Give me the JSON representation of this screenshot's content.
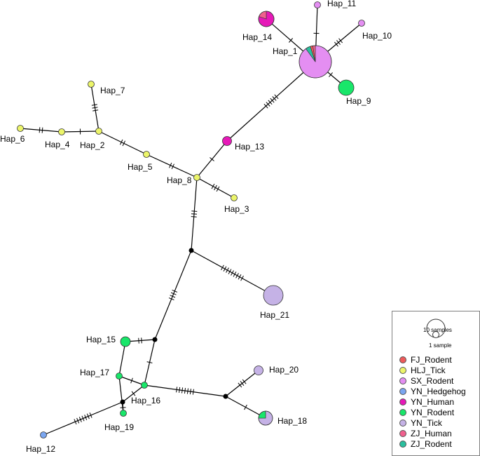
{
  "haplotypes": [
    {
      "id": "Hap_1",
      "label": "Hap_1",
      "group": "SX_Rodent",
      "mixed": "hap1"
    },
    {
      "id": "Hap_2",
      "label": "Hap_2",
      "group": "HLJ_Tick"
    },
    {
      "id": "Hap_3",
      "label": "Hap_3",
      "group": "HLJ_Tick"
    },
    {
      "id": "Hap_4",
      "label": "Hap_4",
      "group": "HLJ_Tick"
    },
    {
      "id": "Hap_5",
      "label": "Hap_5",
      "group": "HLJ_Tick"
    },
    {
      "id": "Hap_6",
      "label": "Hap_6",
      "group": "HLJ_Tick"
    },
    {
      "id": "Hap_7",
      "label": "Hap_7",
      "group": "HLJ_Tick"
    },
    {
      "id": "Hap_8",
      "label": "Hap_8",
      "group": "HLJ_Tick"
    },
    {
      "id": "Hap_9",
      "label": "Hap_9",
      "group": "YN_Rodent"
    },
    {
      "id": "Hap_10",
      "label": "Hap_10",
      "group": "SX_Rodent"
    },
    {
      "id": "Hap_11",
      "label": "Hap_11",
      "group": "SX_Rodent"
    },
    {
      "id": "Hap_12",
      "label": "Hap_12",
      "group": "YN_Hedgehog"
    },
    {
      "id": "Hap_13",
      "label": "Hap_13",
      "group": "YN_Human"
    },
    {
      "id": "Hap_14",
      "label": "Hap_14",
      "group": "YN_Human",
      "mixed": "hap14"
    },
    {
      "id": "Hap_15",
      "label": "Hap_15",
      "group": "YN_Rodent"
    },
    {
      "id": "Hap_16",
      "label": "Hap_16",
      "group": "YN_Rodent"
    },
    {
      "id": "Hap_17",
      "label": "Hap_17",
      "group": "YN_Rodent"
    },
    {
      "id": "Hap_18",
      "label": "Hap_18",
      "group": "YN_Tick",
      "mixed": "hap18"
    },
    {
      "id": "Hap_19",
      "label": "Hap_19",
      "group": "YN_Rodent"
    },
    {
      "id": "Hap_20",
      "label": "Hap_20",
      "group": "YN_Tick"
    },
    {
      "id": "Hap_21",
      "label": "Hap_21",
      "group": "YN_Tick"
    }
  ],
  "links": [
    {
      "from": "Hap_1",
      "to": "Hap_14",
      "mutations": 1
    },
    {
      "from": "Hap_1",
      "to": "Hap_11",
      "mutations": 1
    },
    {
      "from": "Hap_1",
      "to": "Hap_10",
      "mutations": 3
    },
    {
      "from": "Hap_1",
      "to": "Hap_9",
      "mutations": 1
    },
    {
      "from": "Hap_1",
      "to": "Hap_13",
      "mutations": 6
    },
    {
      "from": "Hap_13",
      "to": "Hap_8",
      "mutations": 1
    },
    {
      "from": "Hap_8",
      "to": "Hap_5",
      "mutations": 2
    },
    {
      "from": "Hap_5",
      "to": "Hap_2",
      "mutations": 2
    },
    {
      "from": "Hap_2",
      "to": "Hap_7",
      "mutations": 3
    },
    {
      "from": "Hap_2",
      "to": "Hap_4",
      "mutations": 1
    },
    {
      "from": "Hap_4",
      "to": "Hap_6",
      "mutations": 2
    },
    {
      "from": "Hap_8",
      "to": "Hap_3",
      "mutations": 3
    },
    {
      "from": "Hap_8",
      "to": "median_1",
      "mutations": 3
    },
    {
      "from": "median_1",
      "to": "Hap_21",
      "mutations": 9
    },
    {
      "from": "median_1",
      "to": "median_2",
      "mutations": 4
    },
    {
      "from": "median_2",
      "to": "Hap_15",
      "mutations": 2
    },
    {
      "from": "median_2",
      "to": "Hap_16",
      "mutations": 1
    },
    {
      "from": "Hap_15",
      "to": "Hap_17",
      "mutations": 0
    },
    {
      "from": "Hap_17",
      "to": "Hap_16",
      "mutations": 1
    },
    {
      "from": "Hap_17",
      "to": "Hap_19",
      "mutations": 0
    },
    {
      "from": "Hap_16",
      "to": "median_3",
      "mutations": 1
    },
    {
      "from": "median_3",
      "to": "Hap_19",
      "mutations": 1
    },
    {
      "from": "median_3",
      "to": "Hap_12",
      "mutations": 7
    },
    {
      "from": "Hap_16",
      "to": "median_4",
      "mutations": 7
    },
    {
      "from": "median_4",
      "to": "Hap_20",
      "mutations": 3
    },
    {
      "from": "median_4",
      "to": "Hap_18",
      "mutations": 1
    }
  ],
  "mixed_pies": {
    "hap1": [
      {
        "group": "SX_Rodent",
        "fraction": 0.9
      },
      {
        "group": "ZJ_Rodent",
        "fraction": 0.05
      },
      {
        "group": "FJ_Rodent",
        "fraction": 0.025
      },
      {
        "group": "ZJ_Human",
        "fraction": 0.025
      }
    ],
    "hap14": [
      {
        "group": "YN_Human",
        "fraction": 0.8
      },
      {
        "group": "ZJ_Human",
        "fraction": 0.2
      }
    ],
    "hap18": [
      {
        "group": "YN_Tick",
        "fraction": 0.75
      },
      {
        "group": "YN_Rodent",
        "fraction": 0.25
      }
    ]
  },
  "legend": {
    "size_scale": {
      "big": "10 samples",
      "small": "1 sample"
    },
    "items": [
      {
        "group": "FJ_Rodent",
        "label": "FJ_Rodent",
        "color": "#ee5a5a"
      },
      {
        "group": "HLJ_Tick",
        "label": "HLJ_Tick",
        "color": "#ecf56a"
      },
      {
        "group": "SX_Rodent",
        "label": "SX_Rodent",
        "color": "#e48ef2"
      },
      {
        "group": "YN_Hedgehog",
        "label": "YN_Hedgehog",
        "color": "#7aa6f0"
      },
      {
        "group": "YN_Human",
        "label": "YN_Human",
        "color": "#e619b8"
      },
      {
        "group": "YN_Rodent",
        "label": "YN_Rodent",
        "color": "#19e66a"
      },
      {
        "group": "YN_Tick",
        "label": "YN_Tick",
        "color": "#c5b2e6"
      },
      {
        "group": "ZJ_Human",
        "label": "ZJ_Human",
        "color": "#f0608e"
      },
      {
        "group": "ZJ_Rodent",
        "label": "ZJ_Rodent",
        "color": "#2abf9e"
      }
    ]
  }
}
